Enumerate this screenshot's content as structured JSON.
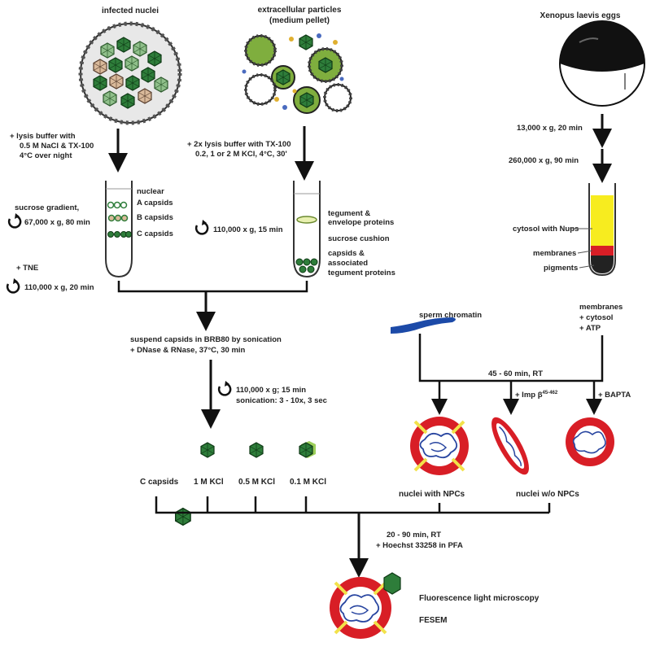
{
  "labels": {
    "infected_nuclei": "infected nuclei",
    "extracellular_1": "extracellular particles",
    "extracellular_2": "(medium pellet)",
    "xenopus": "Xenopus laevis eggs",
    "lysis_1": "+ lysis buffer with",
    "lysis_2": "0.5 M NaCl & TX-100",
    "lysis_3": "4°C over night",
    "lysis2x_1": "+ 2x lysis buffer with TX-100",
    "lysis2x_2": "0.2, 1 or 2 M KCl, 4°C, 30'",
    "nuclear": "nuclear",
    "a_capsids": "A capsids",
    "b_capsids": "B capsids",
    "c_capsids_tube": "C capsids",
    "sucrose_grad": "sucrose gradient,",
    "spin_67": "67,000 x g, 80 min",
    "tne": "+ TNE",
    "spin_110_20": "110,000 x g, 20 min",
    "spin_110_15": "110,000 x g, 15 min",
    "tegument_1": "tegument &",
    "tegument_2": "envelope proteins",
    "sucrose_cushion": "sucrose cushion",
    "capsids_assoc_1": "capsids &",
    "capsids_assoc_2": "associated",
    "capsids_assoc_3": "tegument proteins",
    "spin_13000": "13,000 x g, 20 min",
    "spin_260000": "260,000 x g, 90 min",
    "cytosol_nups": "cytosol with Nups",
    "membranes_tube": "membranes",
    "pigments": "pigments",
    "suspend_1": "suspend capsids in BRB80 by sonication",
    "suspend_2": "+ DNase & RNase, 37°C, 30 min",
    "spin_110_15b": "110,000 x g; 15 min",
    "sonication": "sonication: 3 - 10x, 3 sec",
    "sperm": "sperm chromatin",
    "mem_1": "membranes",
    "mem_2": "+ cytosol",
    "mem_3": "+ ATP",
    "incubation": "45 - 60 min, RT",
    "imp": "+ Imp β",
    "imp_sup": "45-462",
    "bapta": "+ BAPTA",
    "c_capsids": "C capsids",
    "kcl_1": "1 M KCl",
    "kcl_05": "0.5 M KCl",
    "kcl_01": "0.1 M KCl",
    "nuclei_npcs": "nuclei with NPCs",
    "nuclei_wo": "nuclei w/o NPCs",
    "final_1": "20 - 90 min, RT",
    "final_2": "+ Hoechst 33258 in PFA",
    "flm": "Fluorescence light microscopy",
    "fesem": "FESEM"
  },
  "colors": {
    "capsid_green": "#2e7d3a",
    "capsid_light": "#8fbf8a",
    "capsid_tan": "#d9b99a",
    "pellet_green": "#7fae3e",
    "nuclear_red": "#d81e26",
    "npc_yellow": "#f2e24a",
    "cytosol_yellow": "#f7ec1f",
    "chromatin_blue": "#2845a0",
    "sperm_blue": "#1c4aa8"
  }
}
